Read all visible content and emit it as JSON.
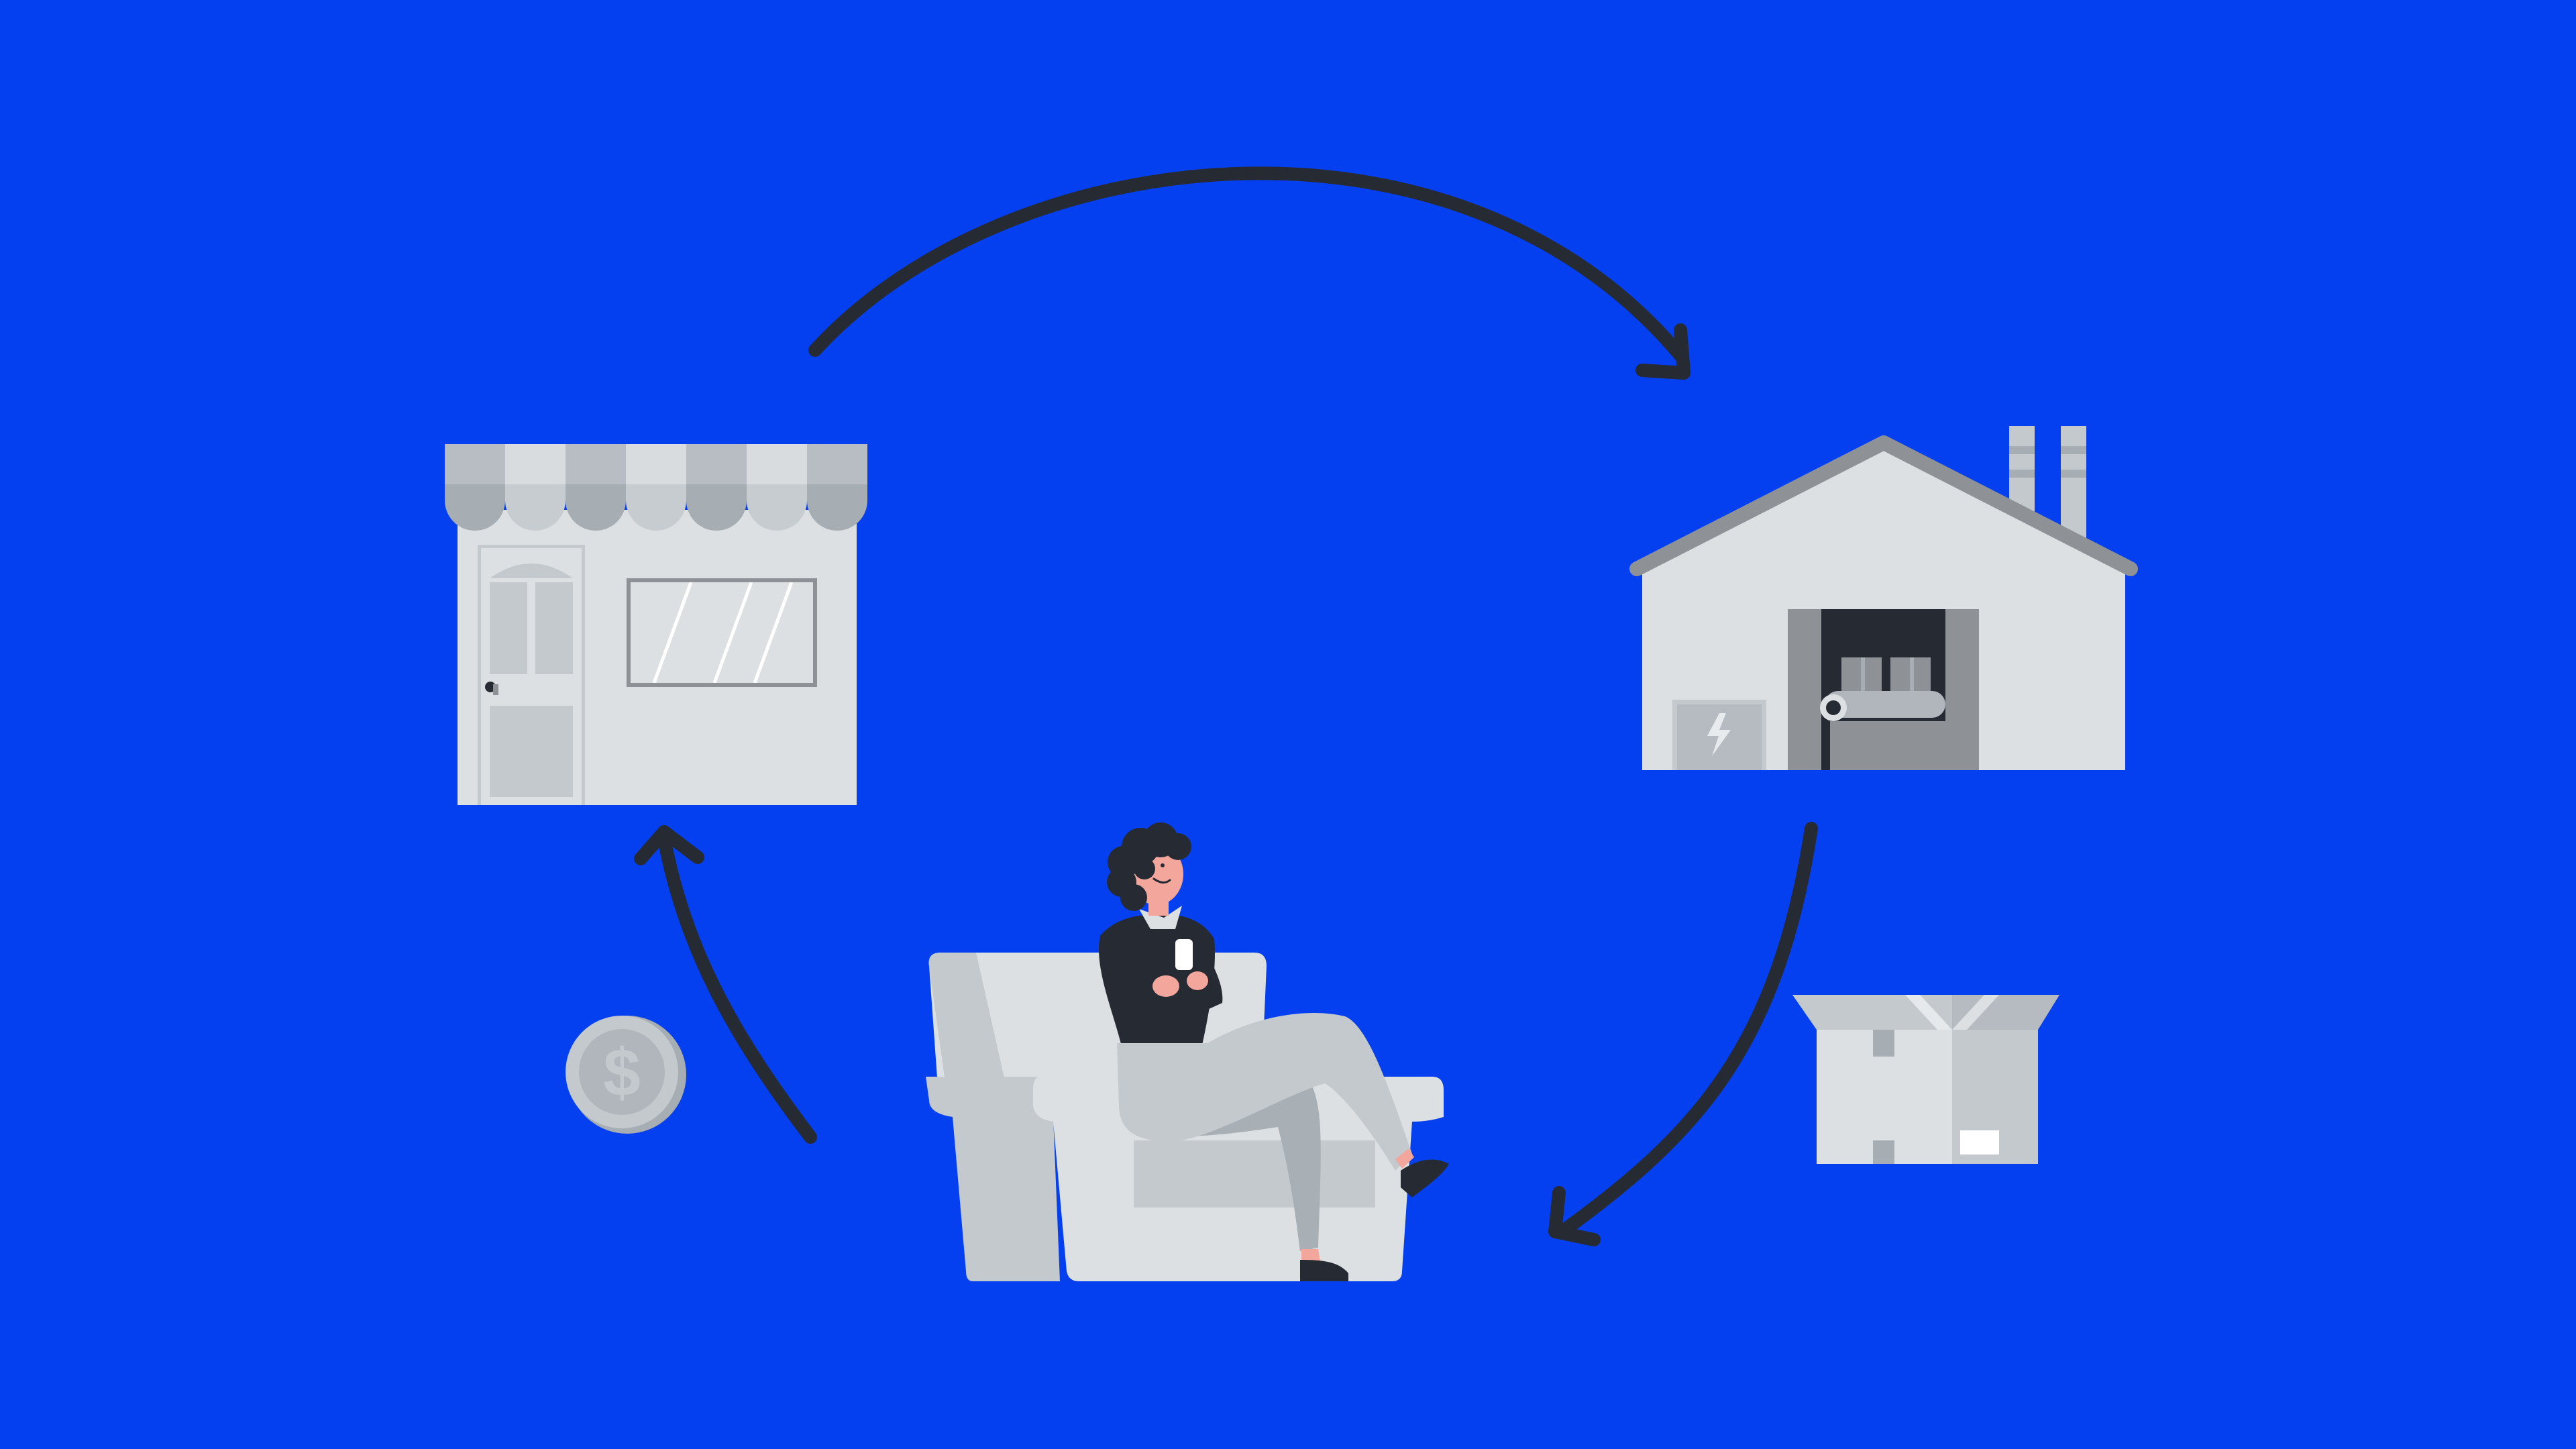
{
  "scene": {
    "background_color": "#0440F0",
    "arrow_color": "#262B33",
    "palette": {
      "light": "#DCE0E3",
      "mid": "#C3C9CD",
      "dark": "#8E9296",
      "ink": "#262B33",
      "skin": "#F3A69B",
      "accent_white": "#FFFFFF"
    }
  },
  "nodes": [
    {
      "id": "store",
      "icon": "storefront-icon"
    },
    {
      "id": "factory",
      "icon": "factory-icon"
    },
    {
      "id": "consumer",
      "icon": "person-on-armchair-with-phone-icon"
    }
  ],
  "edges": [
    {
      "from": "store",
      "to": "factory",
      "style": "curved-arrow"
    },
    {
      "from": "factory",
      "to": "consumer",
      "style": "curved-arrow"
    },
    {
      "from": "consumer",
      "to": "store",
      "style": "curved-arrow"
    }
  ],
  "decorations": [
    {
      "icon": "open-box-icon",
      "near": "factory-to-consumer"
    },
    {
      "icon": "dollar-coin-icon",
      "near": "consumer-to-store"
    }
  ]
}
